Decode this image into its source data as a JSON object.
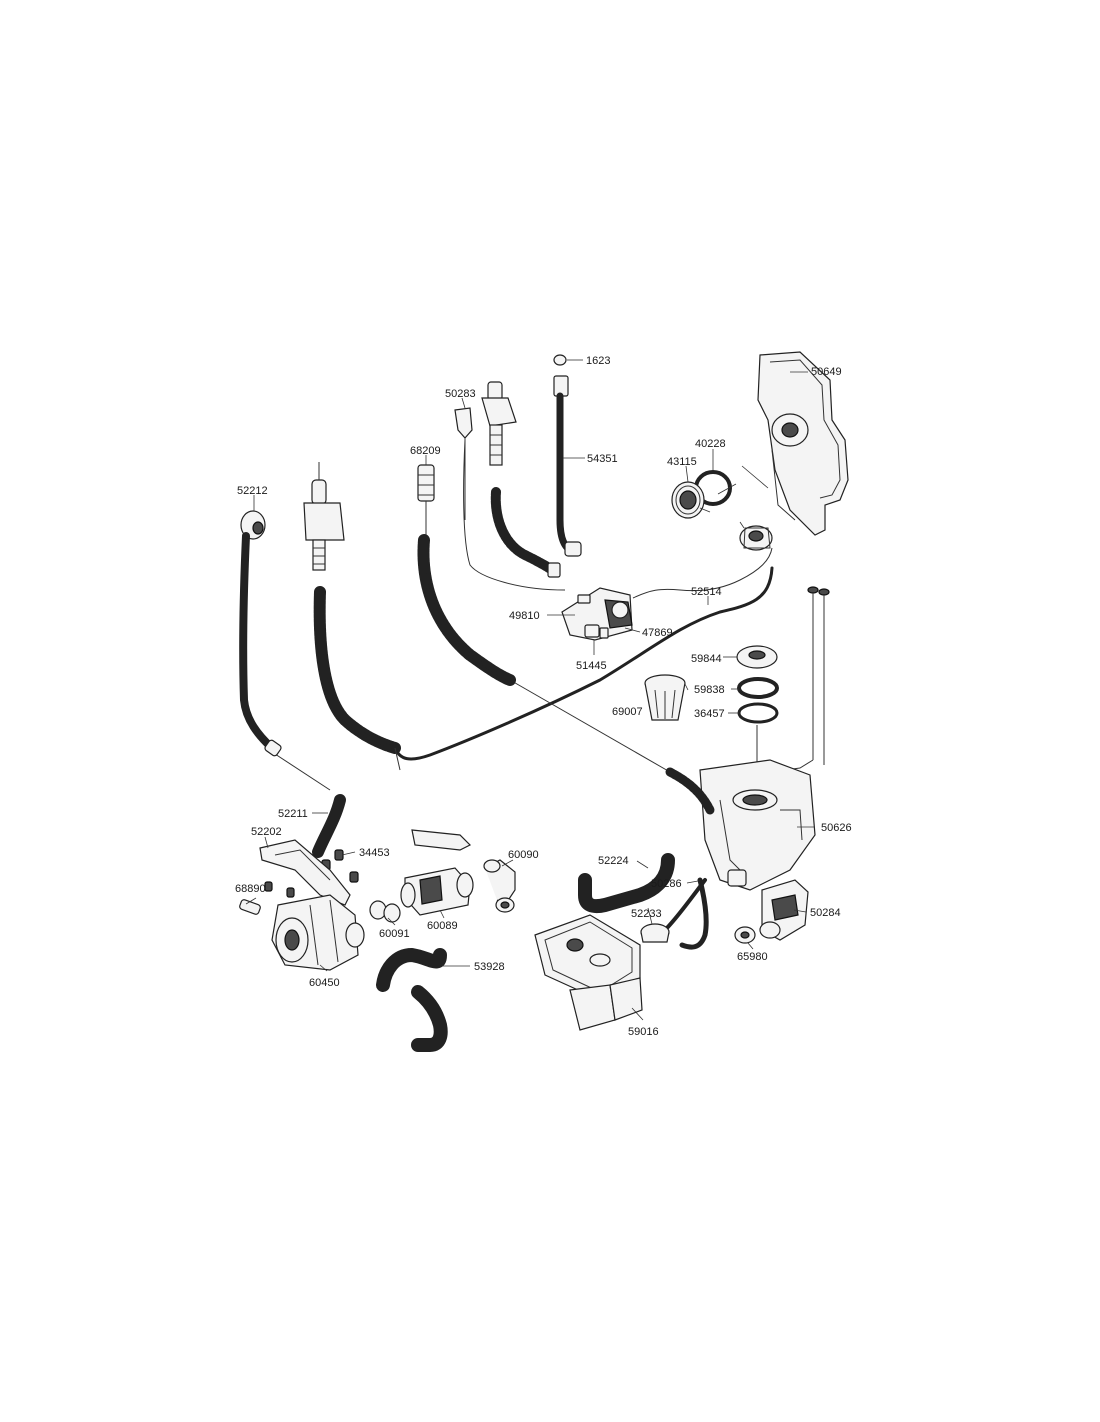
{
  "labels": {
    "l1623": "1623",
    "l50649": "50649",
    "l50283": "50283",
    "l54351": "54351",
    "l40228": "40228",
    "l43115": "43115",
    "l68209": "68209",
    "l52212": "52212",
    "l52514": "52514",
    "l49810": "49810",
    "l47869": "47869",
    "l51445": "51445",
    "l59844": "59844",
    "l59838": "59838",
    "l69007": "69007",
    "l36457": "36457",
    "l50626": "50626",
    "l52211": "52211",
    "l52202": "52202",
    "l34453": "34453",
    "l60090": "60090",
    "l52224": "52224",
    "l50286": "50286",
    "l68890": "68890",
    "l60091": "60091",
    "l60089": "60089",
    "l52233": "52233",
    "l50284": "50284",
    "l65980": "65980",
    "l60450": "60450",
    "l53928": "53928",
    "l59016": "59016"
  }
}
